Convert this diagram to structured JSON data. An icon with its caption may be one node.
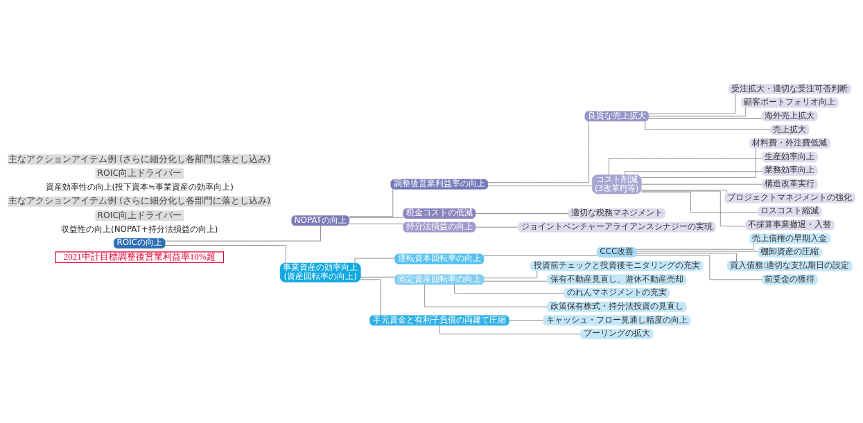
{
  "diagram": {
    "nodes": [
      {
        "text": [
          "2021中計目標調整後営業利益率10%超"
        ]
      },
      {
        "text": [
          "ROICの向上"
        ]
      },
      {
        "text": [
          "NOPATの向上"
        ]
      },
      {
        "text": [
          "調整後営業利益率の向上"
        ]
      },
      {
        "text": [
          "良質な売上拡大"
        ]
      },
      {
        "text": [
          "受注拡大・適切な受注可否判断"
        ]
      },
      {
        "text": [
          "顧客ポートフォリオ向上"
        ]
      },
      {
        "text": [
          "海外売上拡大"
        ]
      },
      {
        "text": [
          "売上拡大"
        ]
      },
      {
        "text": [
          "コスト削減",
          "(3改革PJ等)"
        ]
      },
      {
        "text": [
          "材料費・外注費低減"
        ]
      },
      {
        "text": [
          "生産効率向上"
        ]
      },
      {
        "text": [
          "業務効率向上"
        ]
      },
      {
        "text": [
          "構造改革実行"
        ]
      },
      {
        "text": [
          "プロジェクトマネジメントの強化"
        ]
      },
      {
        "text": [
          "ロスコスト縮減"
        ]
      },
      {
        "text": [
          "不採算事業撤退・入替"
        ]
      },
      {
        "text": [
          "税金コストの低減"
        ]
      },
      {
        "text": [
          "適切な税務マネジメント"
        ]
      },
      {
        "text": [
          "持分法損益の向上"
        ]
      },
      {
        "text": [
          "ジョイントベンチャーアライアンスシナジーの実現"
        ]
      },
      {
        "text": [
          "事業資産の効率向上",
          "(資産回転率の向上)"
        ]
      },
      {
        "text": [
          "運転資本回転率の向上"
        ]
      },
      {
        "text": [
          "CCC改善"
        ]
      },
      {
        "text": [
          "売上債権の早期入金"
        ]
      },
      {
        "text": [
          "棚卸資産の圧縮"
        ]
      },
      {
        "text": [
          "買入債務:適切な支払期日の設定"
        ]
      },
      {
        "text": [
          "前受金の獲得"
        ]
      },
      {
        "text": [
          "固定資産回転率の向上"
        ]
      },
      {
        "text": [
          "投資前チェックと投資後モニタリングの充実"
        ]
      },
      {
        "text": [
          "保有不動産見直し、遊休不動産売却"
        ]
      },
      {
        "text": [
          "のれんマネジメントの充実"
        ]
      },
      {
        "text": [
          "政策保有株式・持分法投資の見直し"
        ]
      },
      {
        "text": [
          "手元資金と有利子負債の両建て圧縮"
        ]
      },
      {
        "text": [
          "キャッシュ・フロー見通し精度の向上"
        ]
      },
      {
        "text": [
          "プーリングの拡大"
        ]
      }
    ],
    "edges": [
      {
        "from": 1,
        "to": 2,
        "arrow": "none"
      },
      {
        "from": 1,
        "to": 21,
        "arrow": "none"
      },
      {
        "from": 2,
        "to": 3,
        "arrow": "none"
      },
      {
        "from": 2,
        "to": 17,
        "arrow": "none"
      },
      {
        "from": 2,
        "to": 19,
        "arrow": "none"
      },
      {
        "from": 3,
        "to": 4,
        "arrow": "none"
      },
      {
        "from": 3,
        "to": 9,
        "arrow": "none"
      },
      {
        "from": 4,
        "to": 5,
        "arrow": "none"
      },
      {
        "from": 4,
        "to": 6,
        "arrow": "none"
      },
      {
        "from": 4,
        "to": 7,
        "arrow": "none"
      },
      {
        "from": 4,
        "to": 8,
        "arrow": "none"
      },
      {
        "from": 9,
        "to": 10,
        "arrow": "none"
      },
      {
        "from": 9,
        "to": 11,
        "arrow": "none"
      },
      {
        "from": 9,
        "to": 12,
        "arrow": "none"
      },
      {
        "from": 9,
        "to": 13,
        "arrow": "none"
      },
      {
        "from": 9,
        "to": 14,
        "arrow": "none"
      },
      {
        "from": 9,
        "to": 15,
        "arrow": "none"
      },
      {
        "from": 9,
        "to": 16,
        "arrow": "none"
      },
      {
        "from": 17,
        "to": 18,
        "arrow": "none"
      },
      {
        "from": 19,
        "to": 20,
        "arrow": "none"
      },
      {
        "from": 21,
        "to": 22,
        "arrow": "none"
      },
      {
        "from": 21,
        "to": 28,
        "arrow": "none"
      },
      {
        "from": 21,
        "to": 33,
        "arrow": "none"
      },
      {
        "from": 22,
        "to": 23,
        "arrow": "none"
      },
      {
        "from": 23,
        "to": 24,
        "arrow": "none"
      },
      {
        "from": 23,
        "to": 25,
        "arrow": "none"
      },
      {
        "from": 23,
        "to": 26,
        "arrow": "none"
      },
      {
        "from": 23,
        "to": 27,
        "arrow": "none"
      },
      {
        "from": 28,
        "to": 29,
        "arrow": "none"
      },
      {
        "from": 28,
        "to": 30,
        "arrow": "none"
      },
      {
        "from": 28,
        "to": 31,
        "arrow": "none"
      },
      {
        "from": 28,
        "to": 32,
        "arrow": "none"
      },
      {
        "from": 33,
        "to": 34,
        "arrow": "none"
      },
      {
        "from": 33,
        "to": 35,
        "arrow": "none"
      }
    ],
    "labels": [
      "収益性の向上(NOPAT+持分法損益の向上)",
      "ROIC向上ドライバー",
      "主なアクションアイテム例 (さらに細分化し各部門に落とし込み)",
      "資産効率性の向上(投下資本≒事業資産の効率向上)",
      "ROIC向上ドライバー",
      "主なアクションアイテム例 (さらに細分化し各部門に落とし込み)"
    ]
  }
}
